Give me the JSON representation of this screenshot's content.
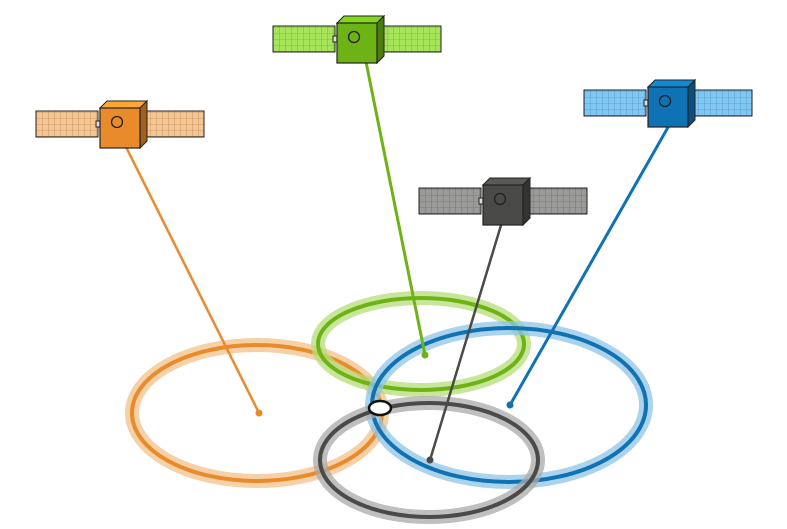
{
  "diagram": {
    "satellites": [
      {
        "name": "orange",
        "color": "#E98B2A",
        "light": "#F7C58F",
        "ring_halo": "#F3C08A"
      },
      {
        "name": "green",
        "color": "#6DB315",
        "light": "#A6E45A",
        "ring_halo": "#B5DE7A"
      },
      {
        "name": "gray",
        "color": "#4A4A48",
        "light": "#9A9A98",
        "ring_halo": "#A9A9A9"
      },
      {
        "name": "blue",
        "color": "#0E72B5",
        "light": "#7FC7F4",
        "ring_halo": "#8FC4E6"
      }
    ],
    "intersection_marker": {
      "fill": "#ffffff",
      "stroke": "#111111"
    }
  }
}
